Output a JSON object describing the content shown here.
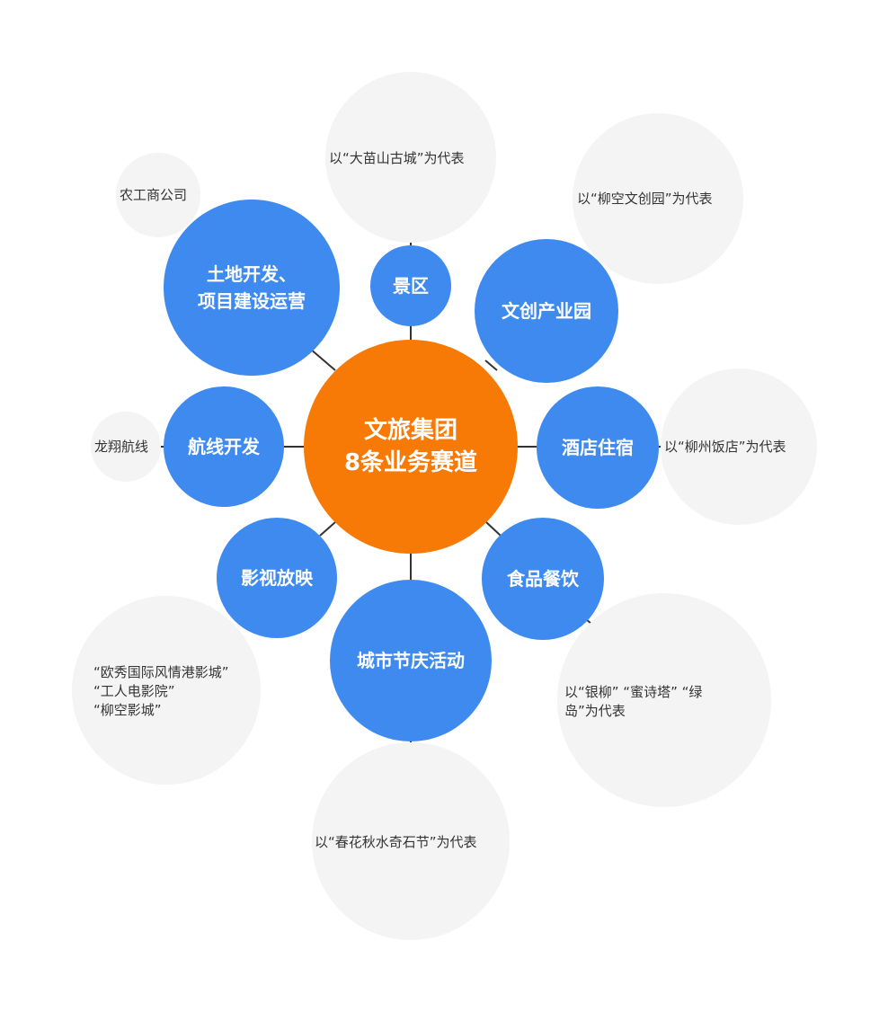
{
  "center": {
    "line1": "文旅集团",
    "line2": "8条业务赛道"
  },
  "categories": {
    "land": "土地开发、\n项目建设运营",
    "scenic": "景区",
    "culture_park": "文创产业园",
    "hotel": "酒店住宿",
    "food": "食品餐饮",
    "festival": "城市节庆活动",
    "film": "影视放映",
    "airline": "航线开发"
  },
  "examples": {
    "land": "农工商公司",
    "scenic": "以“大苗山古城”为代表",
    "culture_park": "以“柳空文创园”为代表",
    "hotel": "以“柳州饭店”为代表",
    "food": [
      "以“银柳” “蜜诗塔” “绿",
      "岛”为代表"
    ],
    "festival": "以“春花秋水奇石节”为代表",
    "film": [
      "“欧秀国际风情港影城”",
      "“工人电影院”",
      "“柳空影城”"
    ],
    "airline": "龙翔航线"
  },
  "colors": {
    "center": "#f77a06",
    "category": "#3e8aef",
    "example": "#f4f4f4",
    "connector": "#333333"
  }
}
